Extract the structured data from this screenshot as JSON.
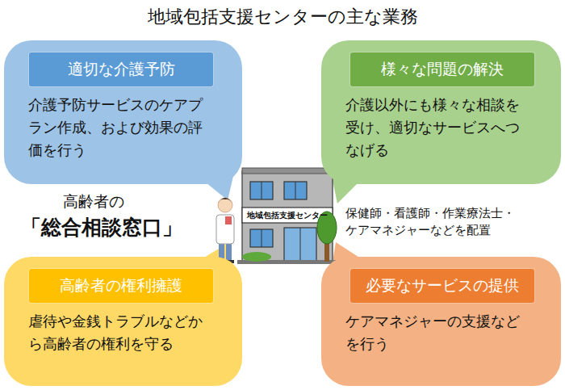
{
  "diagram": {
    "title": "地域包括支援センターの主な業務",
    "nodes": [
      {
        "text": [
          "介護予防サービスのケアプ ラン作成、および効果の評 価を行う"
        ]
      },
      {
        "text": [
          "適切な介護予防"
        ],
        "in": 0
      },
      {
        "text": [
          "介護以外にも様々な相談を 受け、適切なサービスへつ なげる"
        ]
      },
      {
        "text": [
          "様々な問題の解決"
        ],
        "in": 2
      },
      {
        "text": [
          "虐待や金銭トラブルなどか ら高齢者の権利を守る"
        ]
      },
      {
        "text": [
          "高齢者の権利擁護"
        ],
        "in": 4
      },
      {
        "text": [
          "ケアマネジャーの支援など を行う"
        ]
      },
      {
        "text": [
          "必要なサービスの提供"
        ],
        "in": 6
      }
    ],
    "labels": [
      "高齢者の",
      "「総合相談窓口」",
      "地域包括支援センター",
      "保健師・看護師・作業療法士・ケアマネジャーなどを配置"
    ]
  }
}
